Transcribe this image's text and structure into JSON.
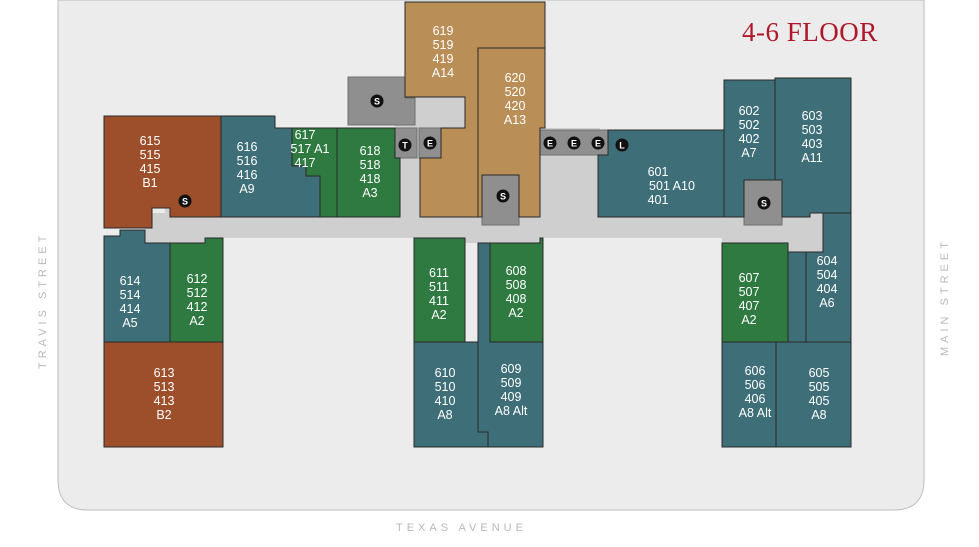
{
  "title": "4-6 FLOOR",
  "streets": {
    "west": "TRAVIS STREET",
    "east": "MAIN STREET",
    "south": "TEXAS AVENUE"
  },
  "colors": {
    "background": "#ececec",
    "corridor": "#cfcfcf",
    "core": "#8f8f8f",
    "plan_A": "#3e6e77",
    "plan_A_green": "#2e7a40",
    "plan_A14_A13": "#b98e57",
    "plan_B": "#9c4f2a",
    "title": "#b0182a"
  },
  "units": [
    {
      "id": "u615",
      "lines": [
        "615",
        "515",
        "415",
        "B1"
      ]
    },
    {
      "id": "u616",
      "lines": [
        "616",
        "516",
        "416",
        "A9"
      ]
    },
    {
      "id": "u617",
      "lines": [
        "617",
        "517 A1",
        "417"
      ]
    },
    {
      "id": "u618",
      "lines": [
        "618",
        "518",
        "418",
        "A3"
      ]
    },
    {
      "id": "u619",
      "lines": [
        "619",
        "519",
        "419",
        "A14"
      ]
    },
    {
      "id": "u620",
      "lines": [
        "620",
        "520",
        "420",
        "A13"
      ]
    },
    {
      "id": "u601",
      "lines": [
        "601",
        "501  A10",
        "401"
      ]
    },
    {
      "id": "u602",
      "lines": [
        "602",
        "502",
        "402",
        "A7"
      ]
    },
    {
      "id": "u603",
      "lines": [
        "603",
        "503",
        "403",
        "A11"
      ]
    },
    {
      "id": "u604",
      "lines": [
        "604",
        "504",
        "404",
        "A6"
      ]
    },
    {
      "id": "u605",
      "lines": [
        "605",
        "505",
        "405",
        "A8"
      ]
    },
    {
      "id": "u606",
      "lines": [
        "606",
        "506",
        "406",
        "A8 Alt"
      ]
    },
    {
      "id": "u607",
      "lines": [
        "607",
        "507",
        "407",
        "A2"
      ]
    },
    {
      "id": "u608",
      "lines": [
        "608",
        "508",
        "408",
        "A2"
      ]
    },
    {
      "id": "u609",
      "lines": [
        "609",
        "509",
        "409",
        "A8 Alt"
      ]
    },
    {
      "id": "u610",
      "lines": [
        "610",
        "510",
        "410",
        "A8"
      ]
    },
    {
      "id": "u611",
      "lines": [
        "611",
        "511",
        "411",
        "A2"
      ]
    },
    {
      "id": "u612",
      "lines": [
        "612",
        "512",
        "412",
        "A2"
      ]
    },
    {
      "id": "u613",
      "lines": [
        "613",
        "513",
        "413",
        "B2"
      ]
    },
    {
      "id": "u614",
      "lines": [
        "614",
        "514",
        "414",
        "A5"
      ]
    }
  ],
  "markers": [
    {
      "id": "m1",
      "letter": "S",
      "kind": "stairs"
    },
    {
      "id": "m2",
      "letter": "S",
      "kind": "stairs"
    },
    {
      "id": "m3",
      "letter": "S",
      "kind": "stairs"
    },
    {
      "id": "m4",
      "letter": "S",
      "kind": "stairs"
    },
    {
      "id": "m5",
      "letter": "T",
      "kind": "trash"
    },
    {
      "id": "m6",
      "letter": "E",
      "kind": "elevator"
    },
    {
      "id": "m7",
      "letter": "E",
      "kind": "elevator"
    },
    {
      "id": "m8",
      "letter": "E",
      "kind": "elevator"
    },
    {
      "id": "m9",
      "letter": "E",
      "kind": "elevator"
    },
    {
      "id": "m10",
      "letter": "L",
      "kind": "laundry"
    }
  ]
}
